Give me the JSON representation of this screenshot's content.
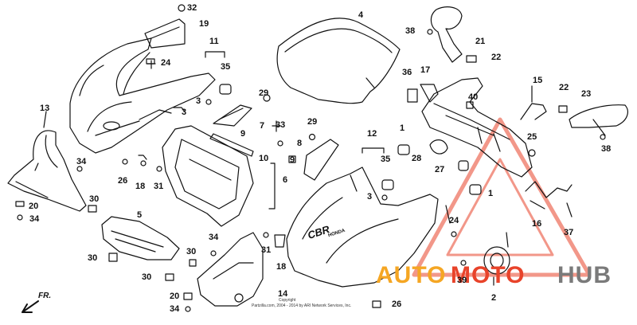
{
  "diagram": {
    "callouts": [
      "32",
      "19",
      "11",
      "35",
      "24",
      "3",
      "13",
      "34",
      "20",
      "30",
      "5",
      "33",
      "29",
      "7",
      "9",
      "8",
      "10",
      "6",
      "26",
      "18",
      "31",
      "4",
      "12",
      "1",
      "36",
      "17",
      "38",
      "21",
      "22",
      "15",
      "40",
      "25",
      "28",
      "27",
      "23",
      "14",
      "39",
      "2",
      "37",
      "16"
    ],
    "front_label": "FR.",
    "copyright_line1": "Copyright",
    "copyright_line2": "Partzilla.com, 2004 - 2014 by ARI Network Services, Inc.",
    "decal_text": "CBR",
    "decal_text2": "HONDA"
  },
  "watermark": {
    "text_auto": "AUTO",
    "text_moto": "MOTO",
    "text_hub": "HUB",
    "color_accent": "#e8432a",
    "color_gold": "#f5a623",
    "color_gray": "#7a7a7a"
  }
}
